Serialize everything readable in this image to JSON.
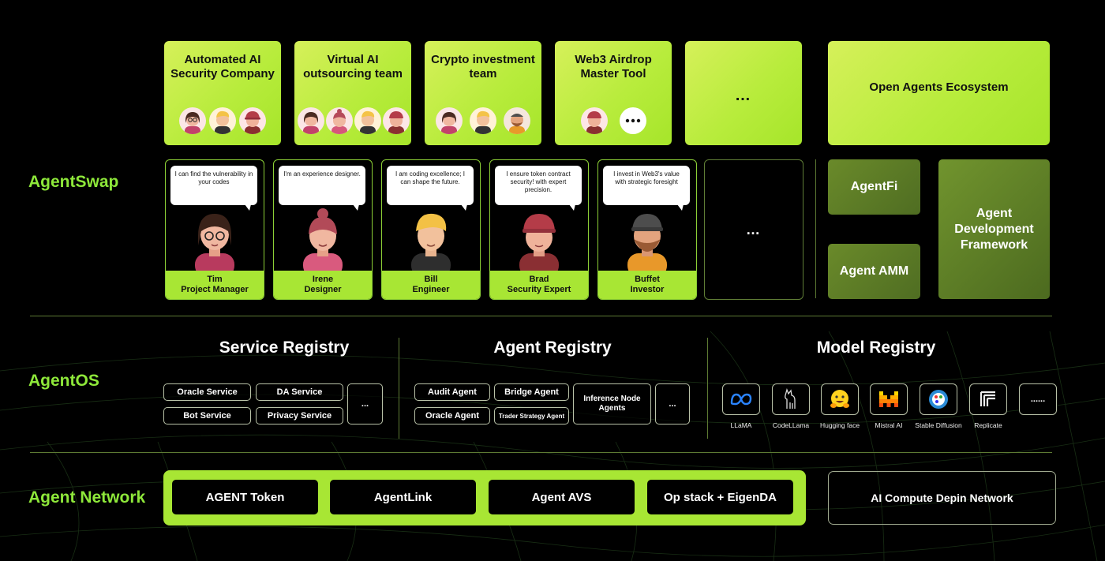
{
  "layers": {
    "agentswap": "AgentSwap",
    "agentos": "AgentOS",
    "network": "Agent Network"
  },
  "teams": [
    {
      "title": "Automated AI Security Company"
    },
    {
      "title": "Virtual AI outsourcing team"
    },
    {
      "title": "Crypto investment team"
    },
    {
      "title": "Web3 Airdrop Master Tool"
    },
    {
      "title": "…"
    }
  ],
  "open_agents": "Open Agents Ecosystem",
  "agents": [
    {
      "quote": "I can find the vulnerability in your codes",
      "name": "Tim",
      "role": "Project Manager"
    },
    {
      "quote": "I'm an experience designer.",
      "name": "Irene",
      "role": "Designer"
    },
    {
      "quote": "I am coding excellence; I can shape the future.",
      "name": "Bill",
      "role": "Engineer"
    },
    {
      "quote": "I ensure token contract security! with expert precision.",
      "name": "Brad",
      "role": "Security Expert"
    },
    {
      "quote": "I invest in Web3's value with strategic foresight",
      "name": "Buffet",
      "role": "Investor"
    }
  ],
  "agents_more": "…",
  "agentfi": "AgentFi",
  "agent_amm": "Agent AMM",
  "adf": "Agent Development Framework",
  "service_registry": {
    "title": "Service Registry",
    "items": [
      "Oracle Service",
      "DA Service",
      "Bot Service",
      "Privacy Service",
      "..."
    ]
  },
  "agent_registry": {
    "title": "Agent Registry",
    "items": [
      "Audit Agent",
      "Bridge Agent",
      "Oracle Agent",
      "Trader Strategy Agent",
      "Inference Node Agents",
      "..."
    ]
  },
  "model_registry": {
    "title": "Model Registry",
    "models": [
      "LLaMA",
      "CodeLLama",
      "Hugging face",
      "Mistral AI",
      "Stable Diffusion",
      "Replicate"
    ],
    "more": "......"
  },
  "network": {
    "items": [
      "AGENT Token",
      "AgentLink",
      "Agent AVS",
      "Op stack + EigenDA"
    ],
    "compute": "AI Compute Depin Network"
  },
  "colors": {
    "accent_green": "#a8e634",
    "label_green": "#8ee83a",
    "olive": "#5e7d2a",
    "background": "#000000"
  }
}
